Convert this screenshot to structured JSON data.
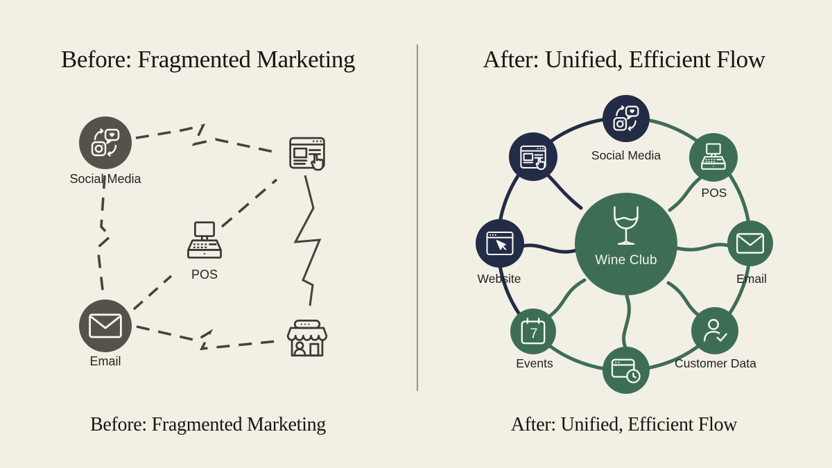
{
  "left": {
    "title": "Before: Fragmented Marketing",
    "caption": "Before: Fragmented Marketing",
    "labels": {
      "social": "Social Media",
      "pos": "POS",
      "email": "Email"
    }
  },
  "right": {
    "title": "After: Unified, Efficient Flow",
    "caption": "After: Unified, Efficient Flow",
    "center_label": "Wine Club",
    "labels": {
      "social": "Social Media",
      "pos": "POS",
      "email": "Email",
      "website": "Website",
      "events": "Events",
      "customer": "Customer Data",
      "calendar_day": "7"
    }
  },
  "colors": {
    "background": "#f2efe5",
    "navy": "#232c46",
    "green": "#3d6e55",
    "gray_node": "#56524b",
    "outline_icon": "#3b3834",
    "ink": "#17160f"
  }
}
